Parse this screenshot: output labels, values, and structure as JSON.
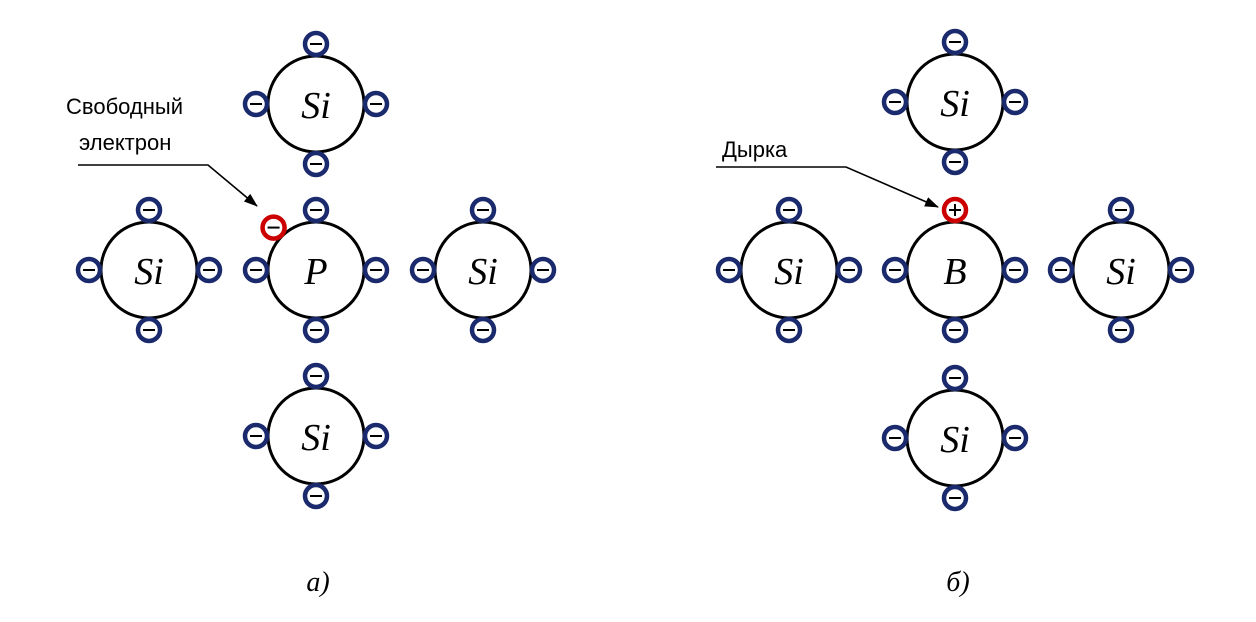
{
  "colors": {
    "electron": "#1a2a6c",
    "highlight": "#cc0000",
    "atom_stroke": "#000000"
  },
  "panels": [
    {
      "id": "a",
      "caption": "а)",
      "center_atom": "P",
      "neighbors": [
        "Si",
        "Si",
        "Si",
        "Si"
      ],
      "annotation": {
        "lines": [
          "Свободный",
          "электрон"
        ],
        "target": "free-electron",
        "target_sign": "−"
      }
    },
    {
      "id": "b",
      "caption": "б)",
      "center_atom": "B",
      "neighbors": [
        "Si",
        "Si",
        "Si",
        "Si"
      ],
      "annotation": {
        "lines": [
          "Дырка"
        ],
        "target": "hole",
        "target_sign": "+"
      }
    }
  ]
}
